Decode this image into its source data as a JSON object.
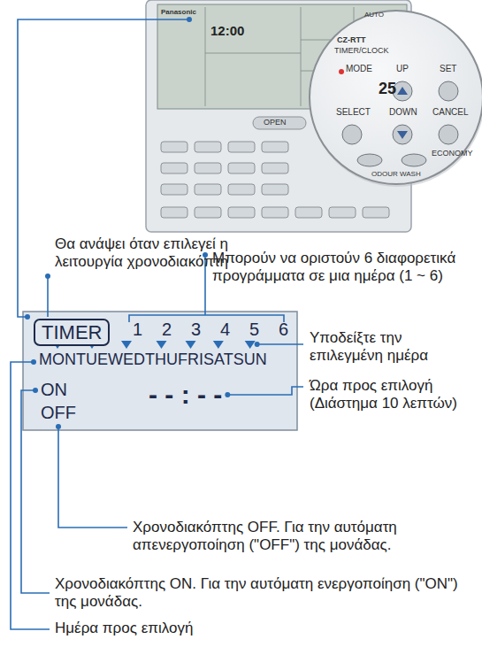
{
  "diagram": {
    "nodes": [
      {
        "text": [
          "TIMER"
        ]
      }
    ],
    "labels": [
      "Panasonic",
      "12:00",
      "25",
      "AUTO",
      "OPEN",
      "CZ-RTT",
      "TIMER/CLOCK",
      "MODE",
      "UP",
      "SET",
      "SELECT",
      "DOWN",
      "CANCEL",
      "ECONOMY",
      "ODOUR WASH",
      "Θα ανάψει όταν επιλεγεί η λειτουργία χρονοδιακόπτη",
      "Μπορούν να οριστούν 6 διαφορετικά προγράμματα σε μια ημέρα (1 ~ 6)",
      "1",
      "2",
      "3",
      "4",
      "5",
      "6",
      "MON",
      "TUE",
      "WED",
      "THU",
      "FRI",
      "SAT",
      "SUN",
      "Υποδείξτε την επιλεγμένη ημέρα",
      "ON",
      "OFF",
      "- - : - -",
      "Ώρα προς επιλογή (Διάστημα 10 λεπτών)",
      "Χρονοδιακόπτης OFF. Για την αυτόματη απενεργοποίηση (\"OFF\") της μονάδας.",
      "Χρονοδιακόπτης ON. Για την αυτόματη ενεργοποίηση (\"ON\") της μονάδας.",
      "Ημέρα προς επιλογή"
    ]
  }
}
